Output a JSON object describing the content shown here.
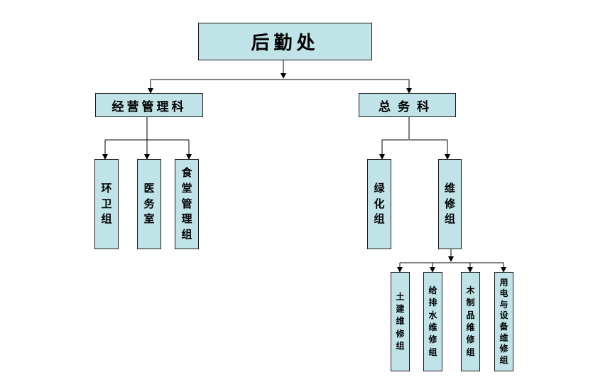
{
  "colors": {
    "box_fill": "#bfe3e6",
    "box_border": "#1a1a1a",
    "line": "#000000"
  },
  "root": {
    "label": "后勤处"
  },
  "dept_business": {
    "label": "经营管理科"
  },
  "dept_general": {
    "label": "总务科"
  },
  "group_sanitation": {
    "label": "环卫组"
  },
  "group_clinic": {
    "label": "医务室"
  },
  "group_canteen": {
    "label": "食堂管理组"
  },
  "group_greening": {
    "label": "绿化组"
  },
  "group_maintenance": {
    "label": "维修组"
  },
  "team_civil": {
    "label": "土建维修组"
  },
  "team_plumbing": {
    "label": "给排水维修组"
  },
  "team_woodwork": {
    "label": "木制品维修组"
  },
  "team_electric": {
    "label": "用电与设备维修组"
  }
}
